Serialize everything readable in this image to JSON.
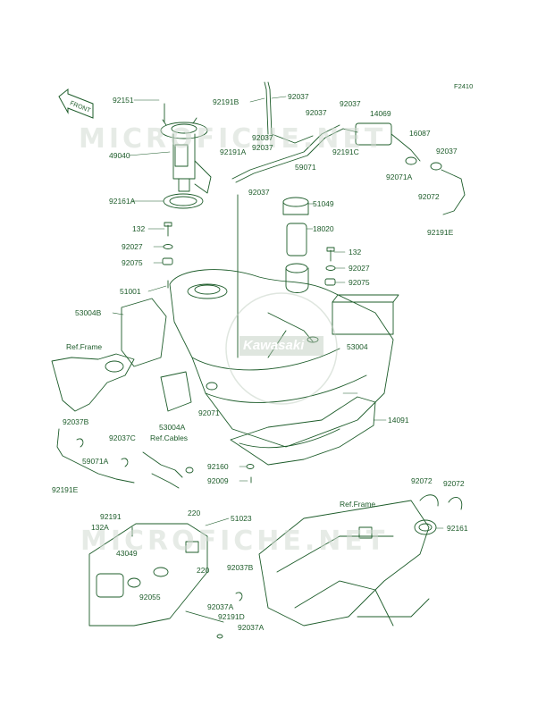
{
  "figure_id": "F2410",
  "watermarks": [
    "MICROFICHE.NET",
    "MICROFICHE.NET"
  ],
  "front_arrow": "FRONT",
  "logo_text": "Kawasaki",
  "accent_color": "#1d5c2a",
  "labels": {
    "p92151": "92151",
    "p92191B": "92191B",
    "p92037_a": "92037",
    "p92037_b": "92037",
    "p92037_c": "92037",
    "p14069": "14069",
    "p92037_d": "92037",
    "p92037_e": "92037",
    "p16087": "16087",
    "p49040": "49040",
    "p92191A": "92191A",
    "p59071": "59071",
    "p92191C": "92191C",
    "p92037_f": "92037",
    "p92071A": "92071A",
    "p92072_a": "92072",
    "p92037_g": "92037",
    "p92161A": "92161A",
    "p92191E_a": "92191E",
    "p51049": "51049",
    "p132_a": "132",
    "p18020": "18020",
    "p92027_a": "92027",
    "p132_b": "132",
    "p92075_a": "92075",
    "p92027_b": "92027",
    "p51001": "51001",
    "p92075_b": "92075",
    "p53004B": "53004B",
    "p53004": "53004",
    "refframe_a": "Ref.Frame",
    "p92071": "92071",
    "p14091": "14091",
    "p92037B_a": "92037B",
    "p53004A": "53004A",
    "p92037C": "92037C",
    "refcables": "Ref.Cables",
    "p59071A": "59071A",
    "p92160": "92160",
    "p92009": "92009",
    "p92191E_b": "92191E",
    "p92072_b": "92072",
    "p92072_c": "92072",
    "refframe_b": "Ref.Frame",
    "p92191": "92191",
    "p220_a": "220",
    "p51023": "51023",
    "p92161": "92161",
    "p132A": "132A",
    "p43049": "43049",
    "p220_b": "220",
    "p92055": "92055",
    "p92037B_b": "92037B",
    "p92037A_a": "92037A",
    "p92191D": "92191D",
    "p92037A_b": "92037A"
  }
}
